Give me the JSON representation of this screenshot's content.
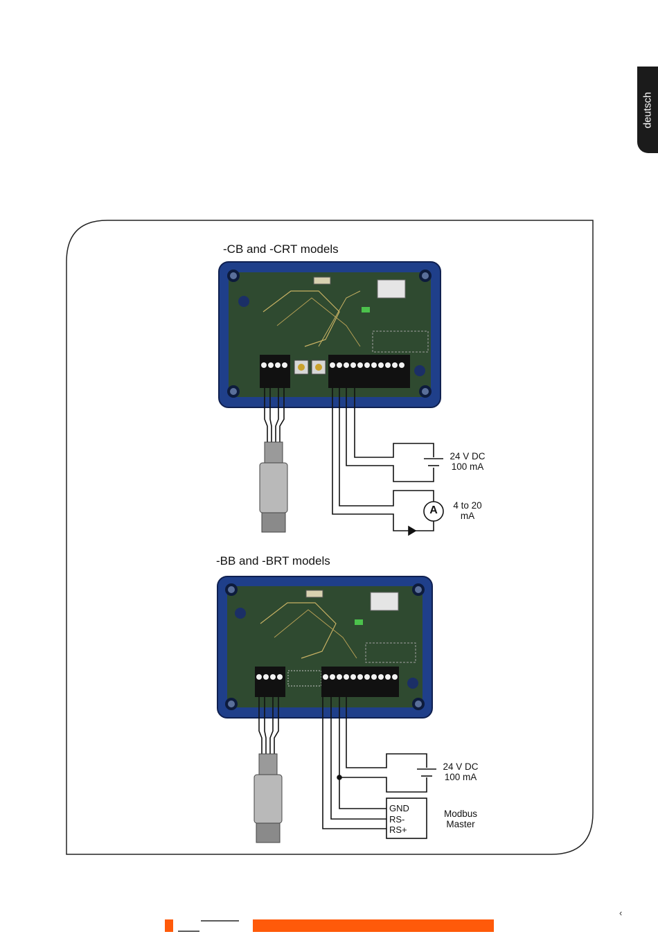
{
  "sidebar_tab": {
    "label": "deutsch"
  },
  "diagram_top": {
    "title": "-CB and -CRT models",
    "supply_line1": "24 V DC",
    "supply_line2": "100 mA",
    "meter_symbol": "A",
    "meter_line1": "4 to 20",
    "meter_line2": "mA"
  },
  "diagram_bottom": {
    "title": "-BB and -BRT models",
    "supply_line1": "24 V DC",
    "supply_line2": "100 mA",
    "terminal_gnd": "GND",
    "terminal_rs_minus": "RS-",
    "terminal_rs_plus": "RS+",
    "master_line1": "Modbus",
    "master_line2": "Master"
  },
  "footer": {
    "page_marker": "‹"
  },
  "colors": {
    "accent": "#ff5a0a",
    "housing": "#1f3f8a",
    "pcb": "#2f4a30"
  }
}
